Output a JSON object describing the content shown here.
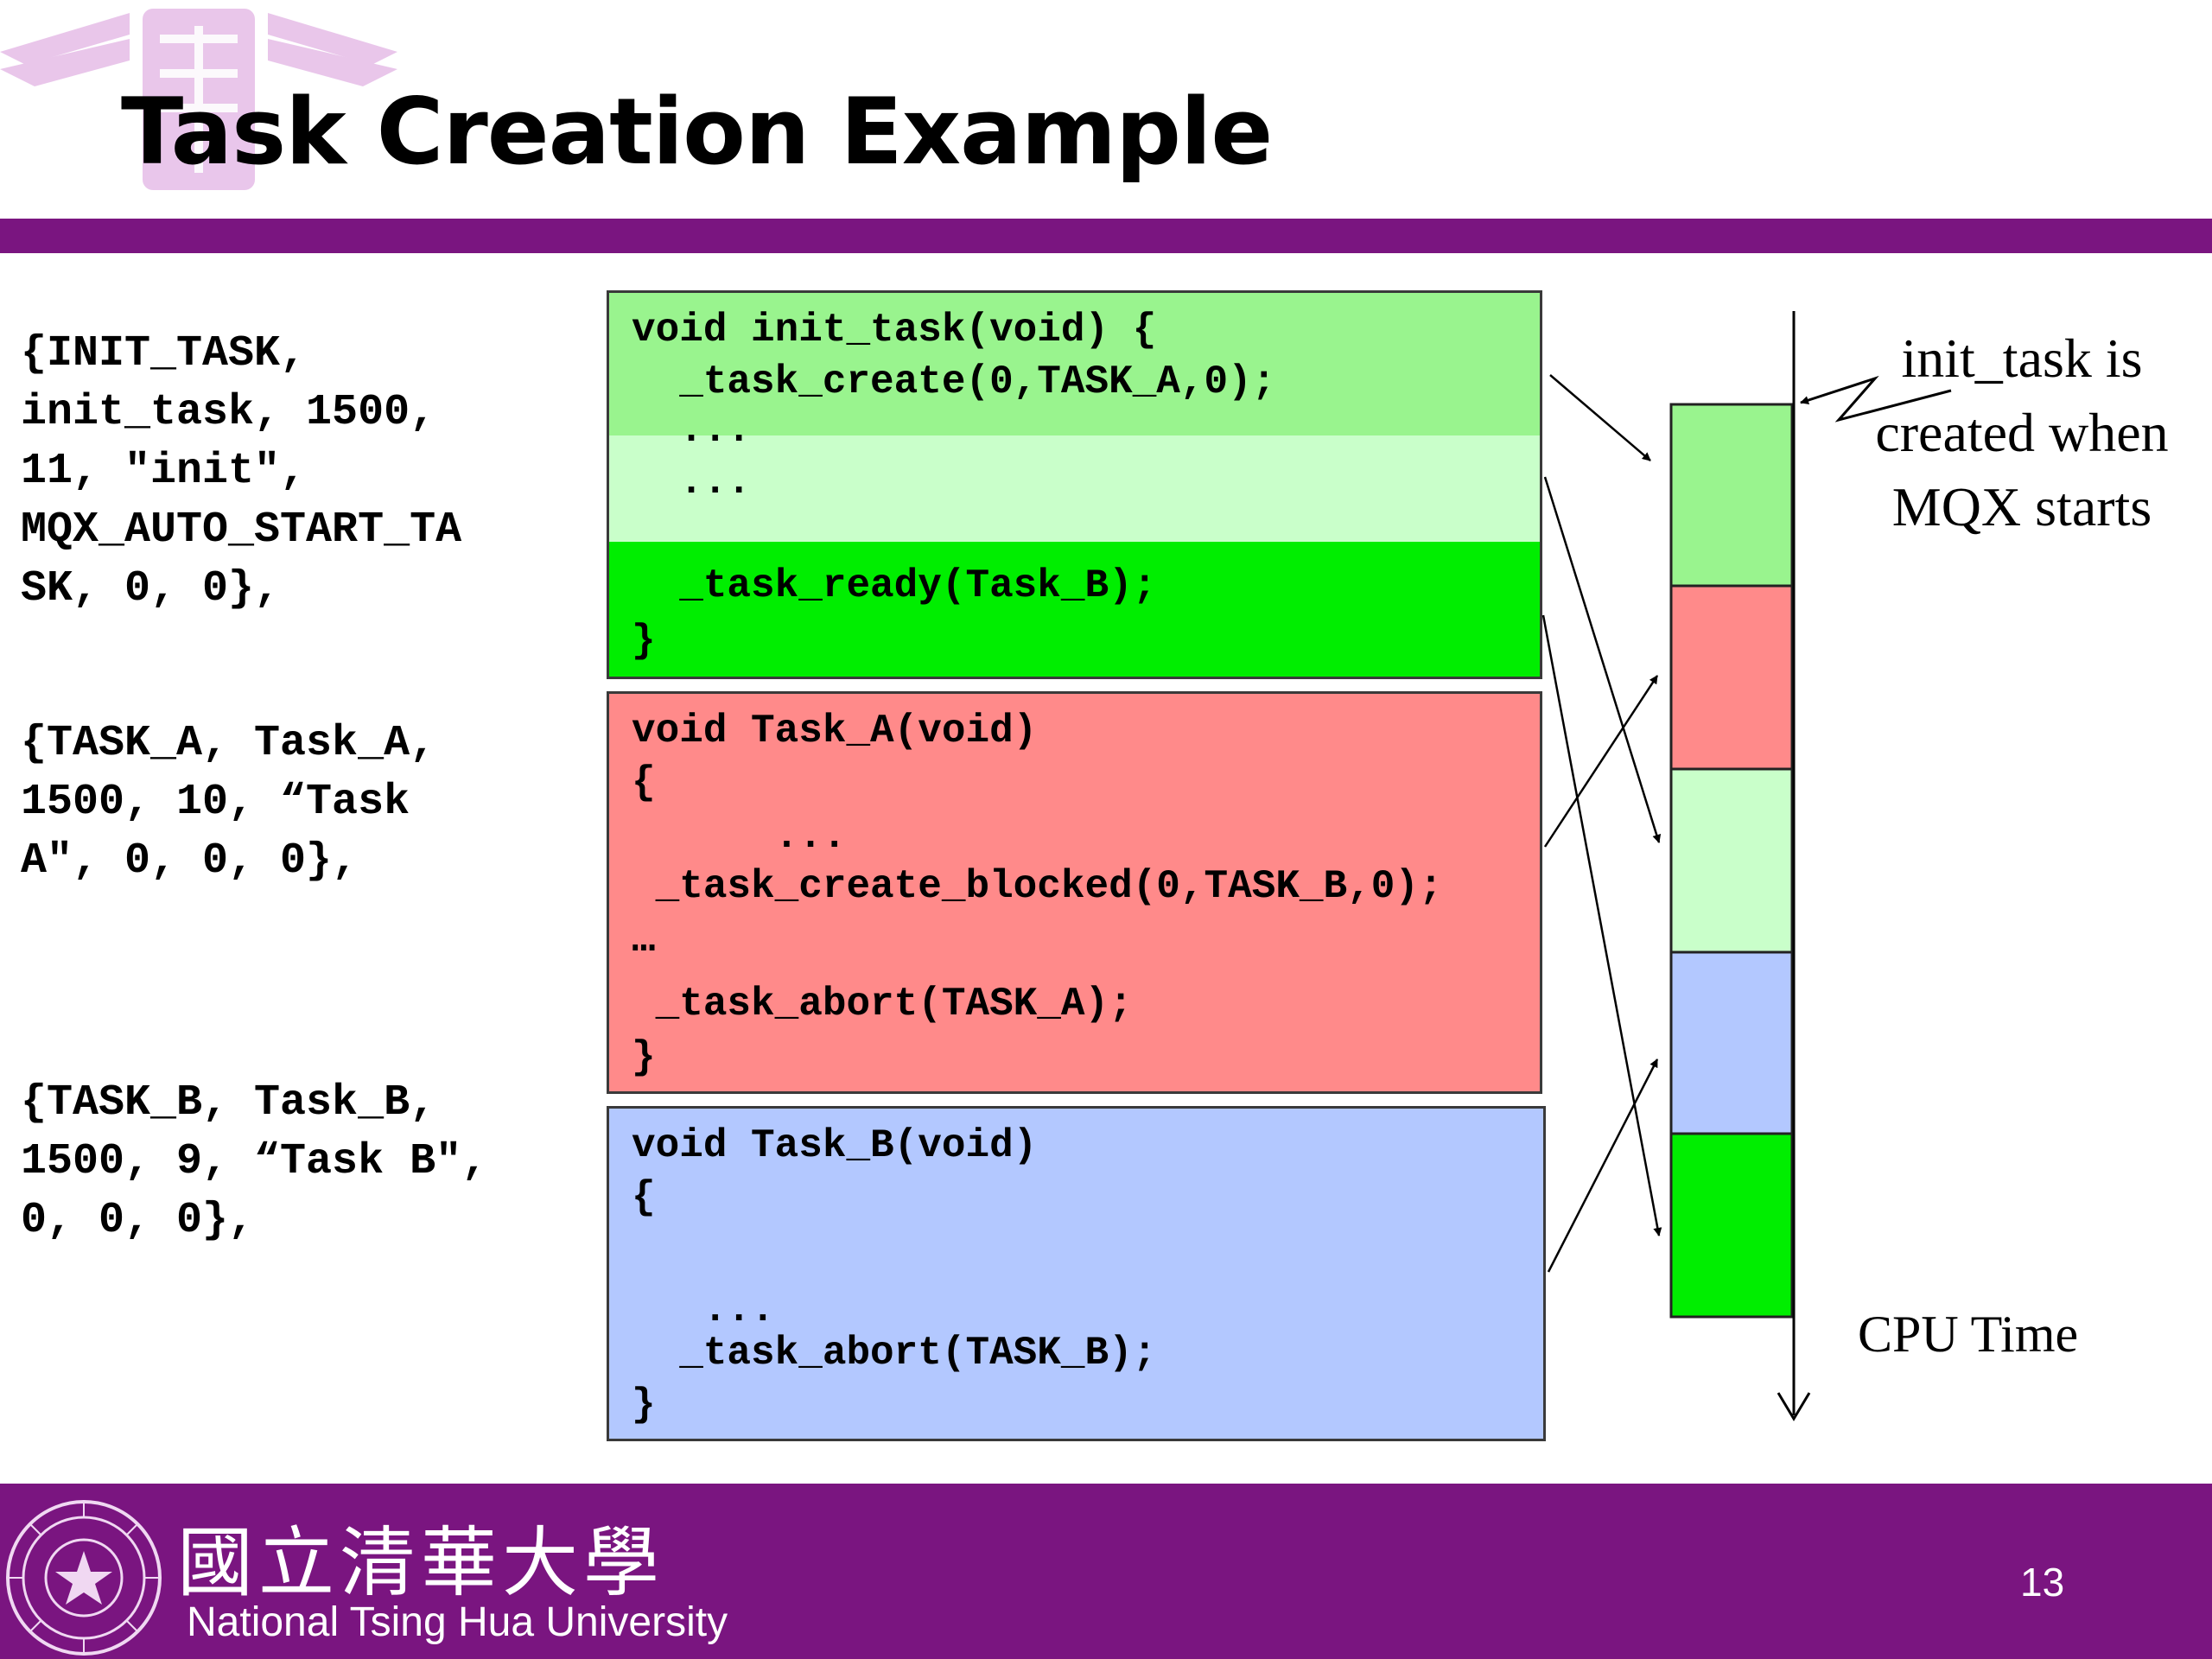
{
  "slide": {
    "title": "Task Creation Example",
    "page_number": "13"
  },
  "template_declarations": [
    "{INIT_TASK,\ninit_task, 1500,\n11, \"init\",\nMQX_AUTO_START_TA\nSK, 0, 0},",
    "{TASK_A, Task_A,\n1500, 10, “Task\nA\", 0, 0, 0},",
    "{TASK_B, Task_B,\n1500, 9, “Task B\",\n0, 0, 0},"
  ],
  "code_blocks": {
    "init_task": [
      "void init_task(void) {",
      "  _task_create(0,TASK_A,0);",
      "  ...",
      "  ...",
      "  _task_ready(Task_B);",
      "}"
    ],
    "task_a": [
      "void Task_A(void)",
      "{",
      "      ...",
      " _task_create_blocked(0,TASK_B,0);",
      "…",
      " _task_abort(TASK_A);",
      "}"
    ],
    "task_b": [
      "void Task_B(void)",
      "{",
      "   ...",
      "  _task_abort(TASK_B);",
      "}"
    ]
  },
  "timeline": {
    "note": "init_task is\ncreated when\nMQX starts",
    "axis_label": "CPU Time",
    "segments": [
      {
        "task": "init_task",
        "color": "#99f48e"
      },
      {
        "task": "Task_A",
        "color": "#ff8a8a"
      },
      {
        "task": "init_task",
        "color": "#c9ffca"
      },
      {
        "task": "Task_B",
        "color": "#b3c8ff"
      },
      {
        "task": "init_task",
        "color": "#00ee00"
      }
    ]
  },
  "colors": {
    "theme_purple": "#7a1580",
    "init_part1": "#99f48e",
    "init_part2": "#c9ffca",
    "init_part3": "#00ee00",
    "task_a": "#ff8a8a",
    "task_b": "#b3c8ff"
  },
  "footer": {
    "university_chinese": "國立清華大學",
    "university_english": "National Tsing Hua University",
    "seal_icon": "university-seal-icon",
    "watermark_icon": "university-logo-watermark-icon"
  }
}
